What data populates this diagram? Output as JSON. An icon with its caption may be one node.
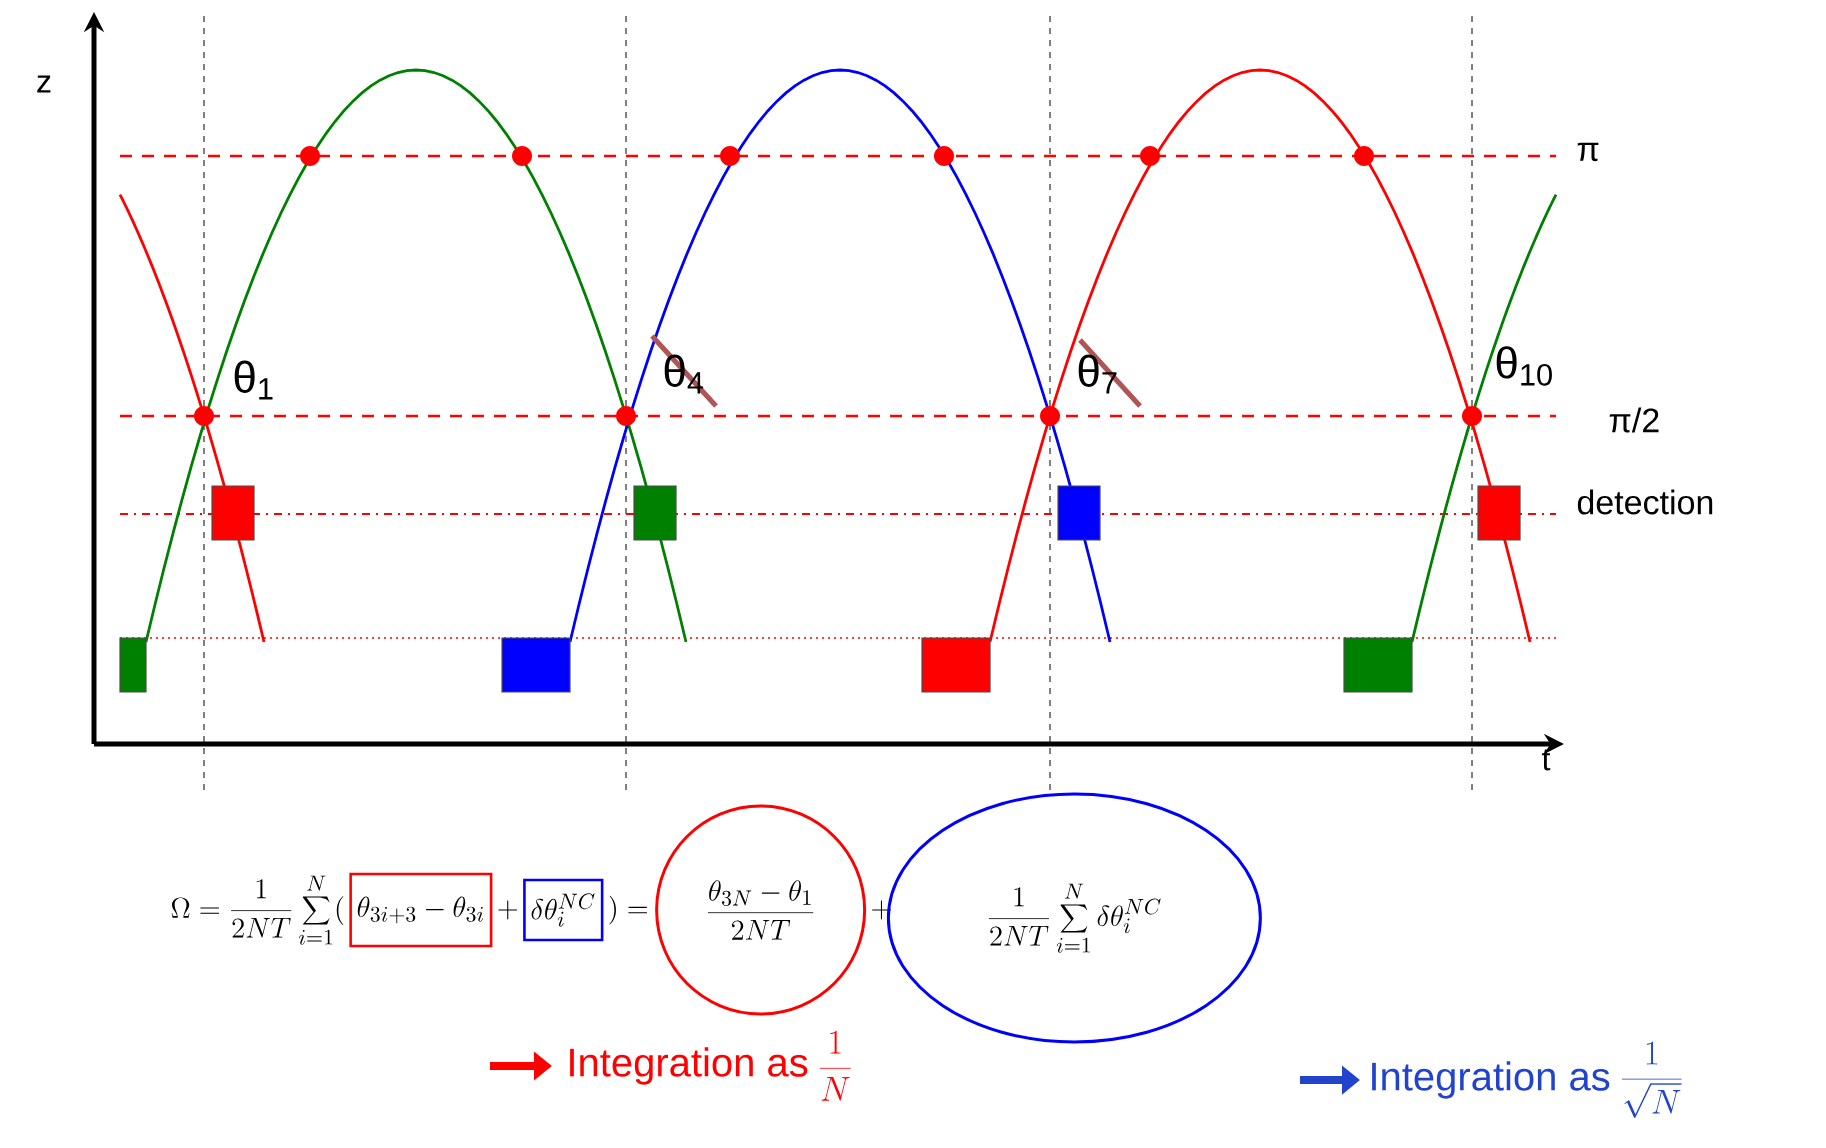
{
  "diagram": {
    "nodes": [
      {
        "text": [
          "\\theta_{3i+3}-\\theta_{3i}"
        ]
      },
      {
        "text": [
          "\\delta\\theta_i^{NC}"
        ]
      },
      {
        "text": [
          "\\frac{\\theta_{3N}-\\theta_1}{2NT}"
        ]
      },
      {
        "text": [
          "\\frac{1}{2NT}\\sum_{i=1}^{N}\\delta\\theta_i^{NC}"
        ]
      }
    ],
    "labels": [
      "z",
      "θ$_{1}$",
      "θ$_{4}$",
      "θ$_{7}$",
      "θ$_{10}$",
      "π",
      "π/2",
      "detection",
      "t",
      "\\Omega=\\frac{1}{2NT}\\sum_{i=1}^{N}(",
      "+",
      ")=",
      "+",
      "Integration as",
      "\\frac{1}{N}",
      "Integration as",
      "\\frac{1}{\\sqrt{N}}"
    ]
  }
}
